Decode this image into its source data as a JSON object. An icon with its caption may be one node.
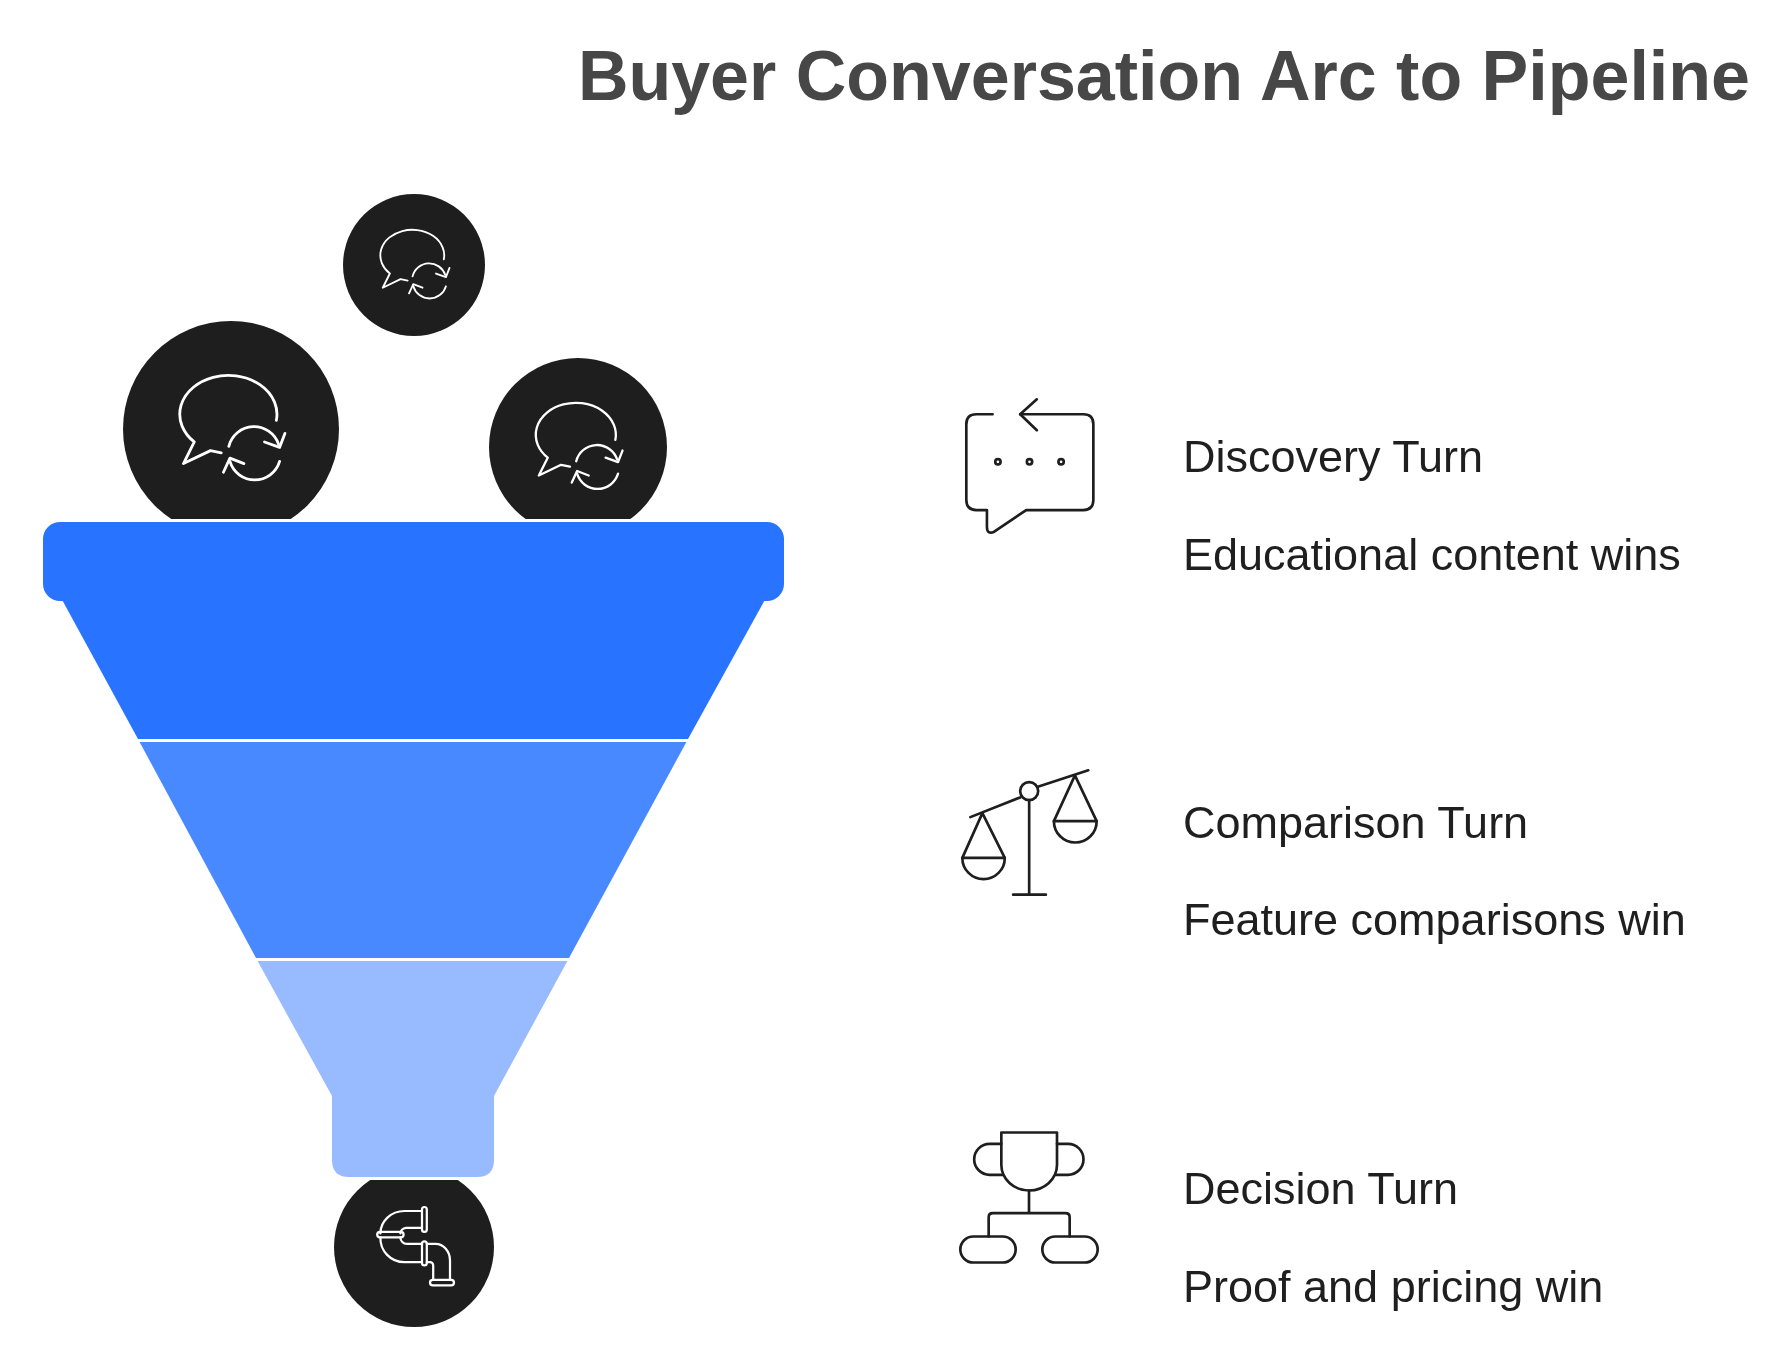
{
  "diagram": {
    "title": "Buyer Conversation Arc to Pipeline",
    "labels": [
      "Discovery Turn",
      "Educational content wins",
      "Comparison Turn",
      "Feature comparisons win",
      "Decision Turn",
      "Proof and pricing win"
    ]
  }
}
